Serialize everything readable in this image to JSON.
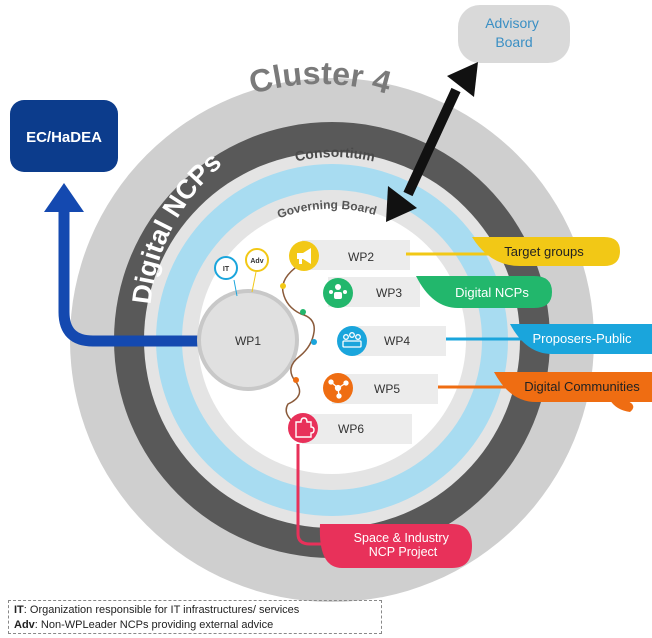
{
  "advisory_board": "Advisory\nBoard",
  "ec_hadea": "EC/HaDEA",
  "cluster": "Cluster 4",
  "digital_ncps": "Digital NCPs",
  "consortium": "Consortium",
  "governing_board": "Governing Board",
  "wp1": "WP1",
  "it_badge": "IT",
  "adv_badge": "Adv",
  "work_packages": [
    {
      "label": "WP2",
      "tag": "Target groups",
      "color": "#f2c816",
      "icon": "megaphone-icon"
    },
    {
      "label": "WP3",
      "tag": "Digital NCPs",
      "color": "#22b76c",
      "icon": "team-lead-icon"
    },
    {
      "label": "WP4",
      "tag": "Proposers-Public",
      "color": "#1aa5dc",
      "icon": "group-meeting-icon"
    },
    {
      "label": "WP5",
      "tag": "Digital Communities",
      "color": "#ef6d12",
      "icon": "network-nodes-icon"
    },
    {
      "label": "WP6",
      "tag": "Space & Industry\nNCP Project",
      "color": "#e8315a",
      "icon": "puzzle-icon"
    }
  ],
  "legend": [
    {
      "key": "IT",
      "text": ": Organization responsible for IT infrastructures/ services"
    },
    {
      "key": "Adv",
      "text": ": Non-WPLeader NCPs providing external advice"
    }
  ],
  "colors": {
    "outer_ring": "#cfcfcf",
    "dark_ring": "#595959",
    "consortium_ring": "#a8dcf1",
    "ec_box": "#0c3c8c",
    "blue_arrow": "#1449b0"
  }
}
